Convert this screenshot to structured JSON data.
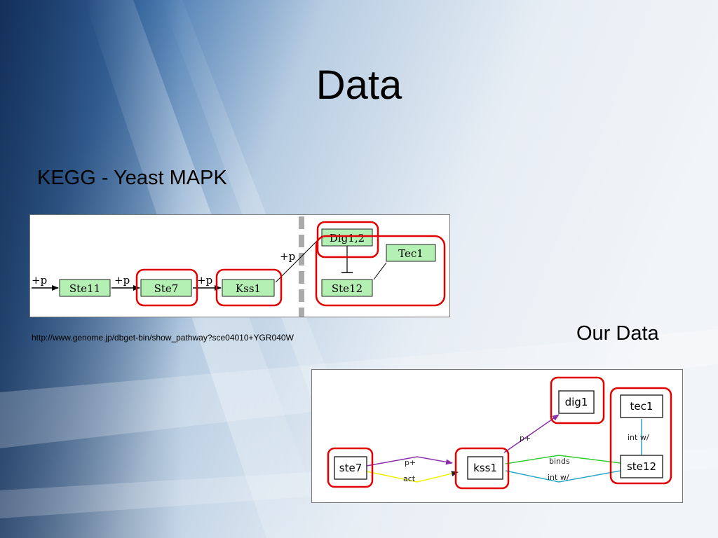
{
  "slide": {
    "title": "Data",
    "subtitle": "KEGG - Yeast MAPK",
    "source_url": "http://www.genome.jp/dbget-bin/show_pathway?sce04010+YGR040W",
    "our_data_label": "Our Data"
  },
  "kegg": {
    "nodes": {
      "ste11": "Ste11",
      "ste7": "Ste7",
      "kss1": "Kss1",
      "dig12": "Dig1,2",
      "tec1": "Tec1",
      "ste12": "Ste12"
    },
    "edge_labels": {
      "in_ste11": "+p",
      "ste11_ste7": "+p",
      "ste7_kss1": "+p",
      "kss1_dig": "+p"
    }
  },
  "ours": {
    "nodes": {
      "ste7": "ste7",
      "kss1": "kss1",
      "dig1": "dig1",
      "tec1": "tec1",
      "ste12": "ste12"
    },
    "edge_labels": {
      "ste7_kss1_p": "p+",
      "ste7_kss1_act": "act",
      "kss1_dig1": "p+",
      "kss1_ste12_binds": "binds",
      "kss1_ste12_int": "int w/",
      "tec1_ste12": "int w/"
    },
    "edge_colors": {
      "p_plus": "#8b2fa8",
      "act": "#f0f000",
      "binds": "#33cc33",
      "int_with": "#2aa8c8"
    }
  },
  "colors": {
    "highlight": "#e00000",
    "kegg_node_fill": "#b4f0b4"
  }
}
